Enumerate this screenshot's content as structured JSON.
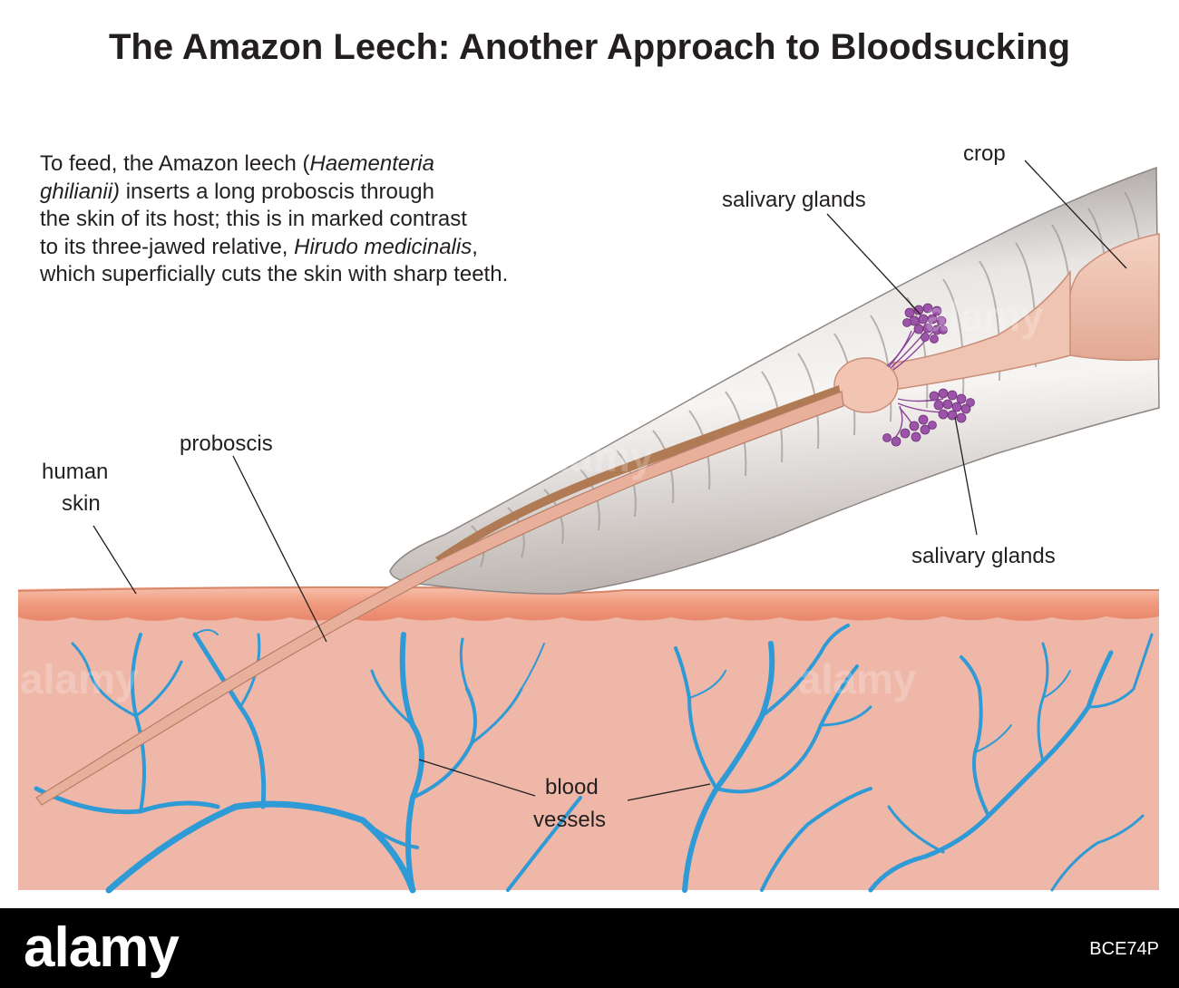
{
  "title": "The Amazon Leech: Another Approach to Bloodsucking",
  "intro": {
    "l1a": "To feed, the Amazon leech (",
    "l1b": "Haementeria",
    "l2a": "ghilianii)",
    "l2b": " inserts a long proboscis through",
    "l3": "the skin of its host; this is in marked contrast",
    "l4a": "to its three-jawed relative, ",
    "l4b": "Hirudo medicinalis",
    "l4c": ",",
    "l5": "which superficially cuts the skin with sharp teeth."
  },
  "labels": {
    "crop": "crop",
    "salivary_top": "salivary glands",
    "salivary_bottom": "salivary glands",
    "human_skin_1": "human",
    "human_skin_2": "skin",
    "proboscis": "proboscis",
    "blood_1": "blood",
    "blood_2": "vessels"
  },
  "watermark": "alamy",
  "footer": {
    "brand": "alamy",
    "image_id": "BCE74P"
  },
  "colors": {
    "dermis": "#efb7a8",
    "epidermis": "#ef9e84",
    "vessels": "#2e9ad6",
    "leech_body": "#d9d5d2",
    "proboscis": "#e8b09a",
    "glands": "#9b54a8"
  }
}
